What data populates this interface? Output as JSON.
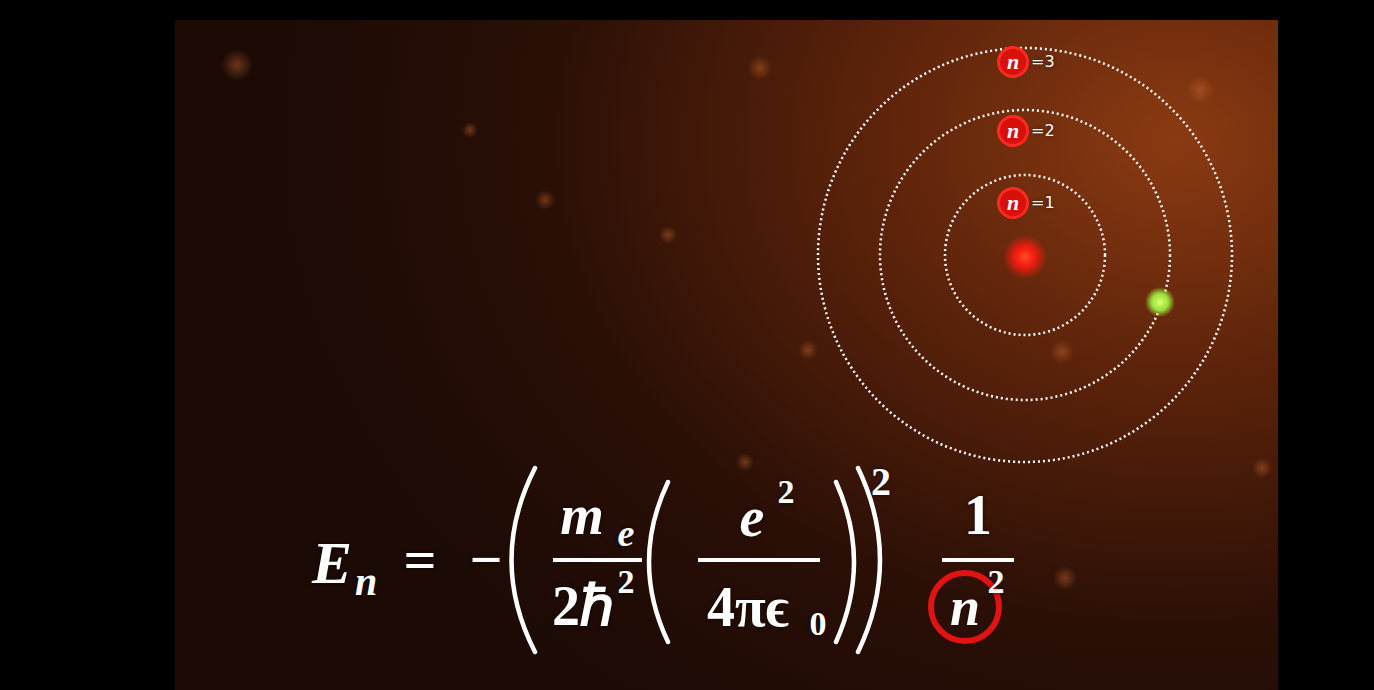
{
  "diagram": {
    "nodes": [
      {
        "text": [
          "n"
        ]
      },
      {
        "text": [
          "n"
        ]
      },
      {
        "text": [
          "n"
        ]
      },
      {
        "text": [
          "n"
        ]
      }
    ],
    "labels": [
      "=1",
      "=2",
      "=3",
      "E",
      "n",
      "=",
      "−",
      "m",
      "e",
      "2ℏ",
      "2",
      "e",
      "2",
      "4πϵ",
      "0",
      "2",
      "1",
      "2"
    ]
  }
}
